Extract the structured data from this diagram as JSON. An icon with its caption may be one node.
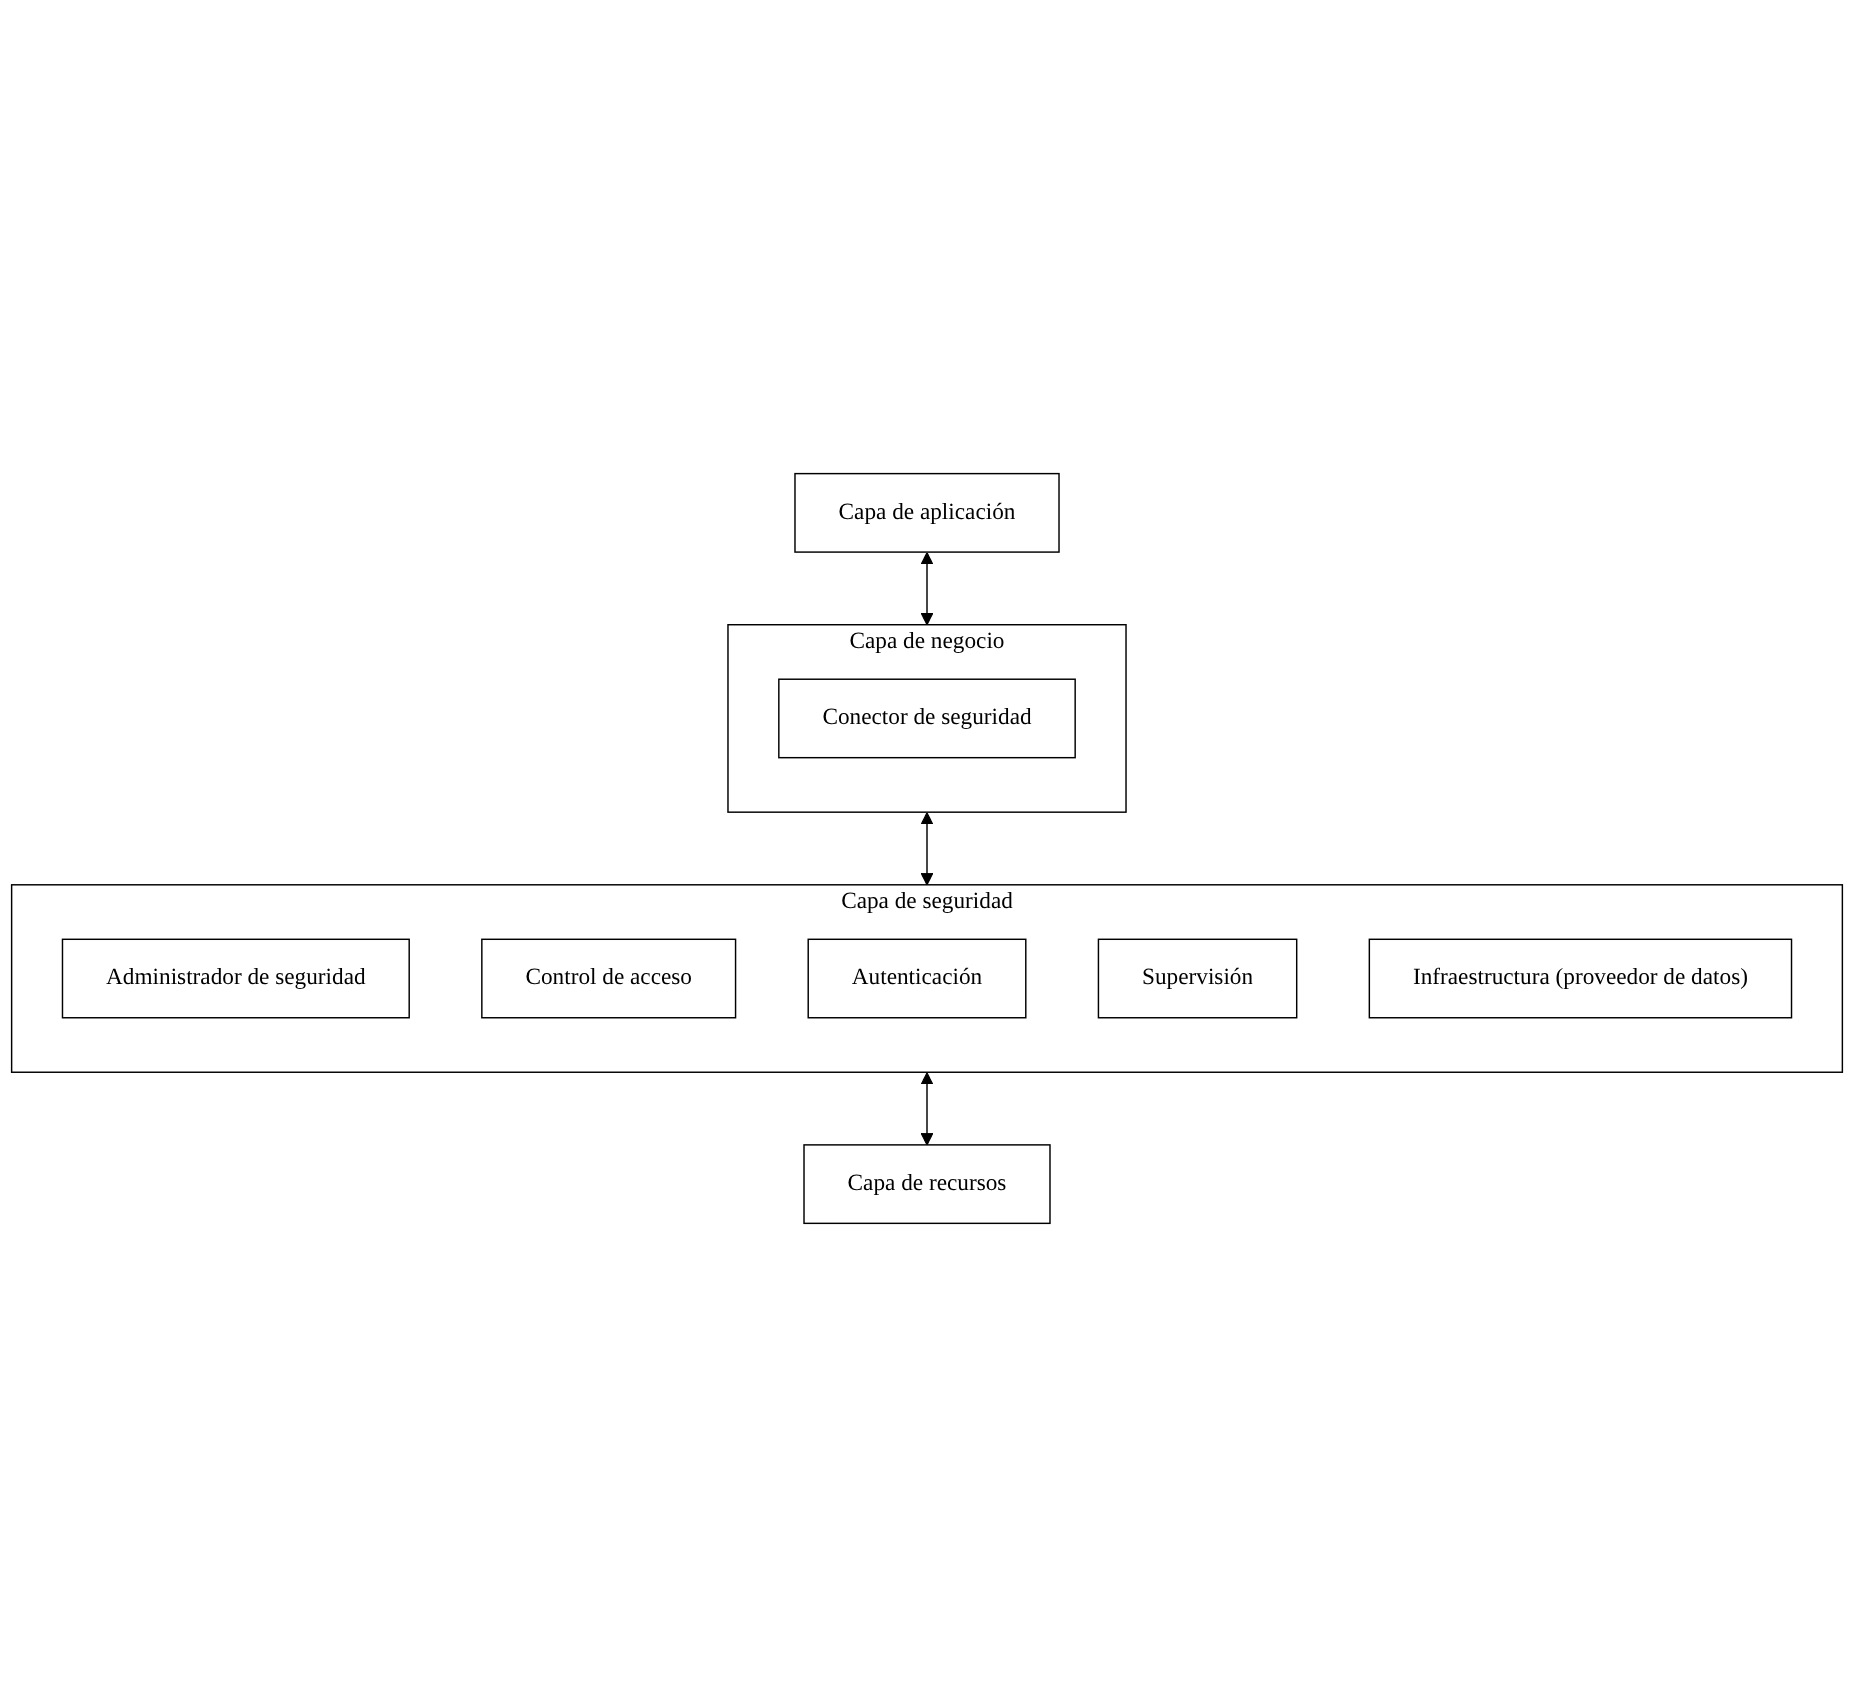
{
  "diagram": {
    "nodes": [
      {
        "text": [
          "Capa de aplicación"
        ]
      },
      {
        "text": [
          "Capa de negocio"
        ]
      },
      {
        "text": [
          "Conector de seguridad"
        ],
        "in": 1
      },
      {
        "text": [
          "Capa de seguridad"
        ]
      },
      {
        "text": [
          "Administrador de seguridad"
        ],
        "in": 3
      },
      {
        "text": [
          "Control de acceso"
        ],
        "in": 3
      },
      {
        "text": [
          "Autenticación"
        ],
        "in": 3
      },
      {
        "text": [
          "Supervisión"
        ],
        "in": 3
      },
      {
        "text": [
          "Infraestructura (proveedor de datos)"
        ],
        "in": 3
      },
      {
        "text": [
          "Capa de recursos"
        ]
      }
    ],
    "edges": [
      {
        "from": 0,
        "to": 1,
        "arrow": "both"
      },
      {
        "from": 1,
        "to": 3,
        "arrow": "both"
      },
      {
        "from": 3,
        "to": 9,
        "arrow": "both"
      }
    ]
  }
}
